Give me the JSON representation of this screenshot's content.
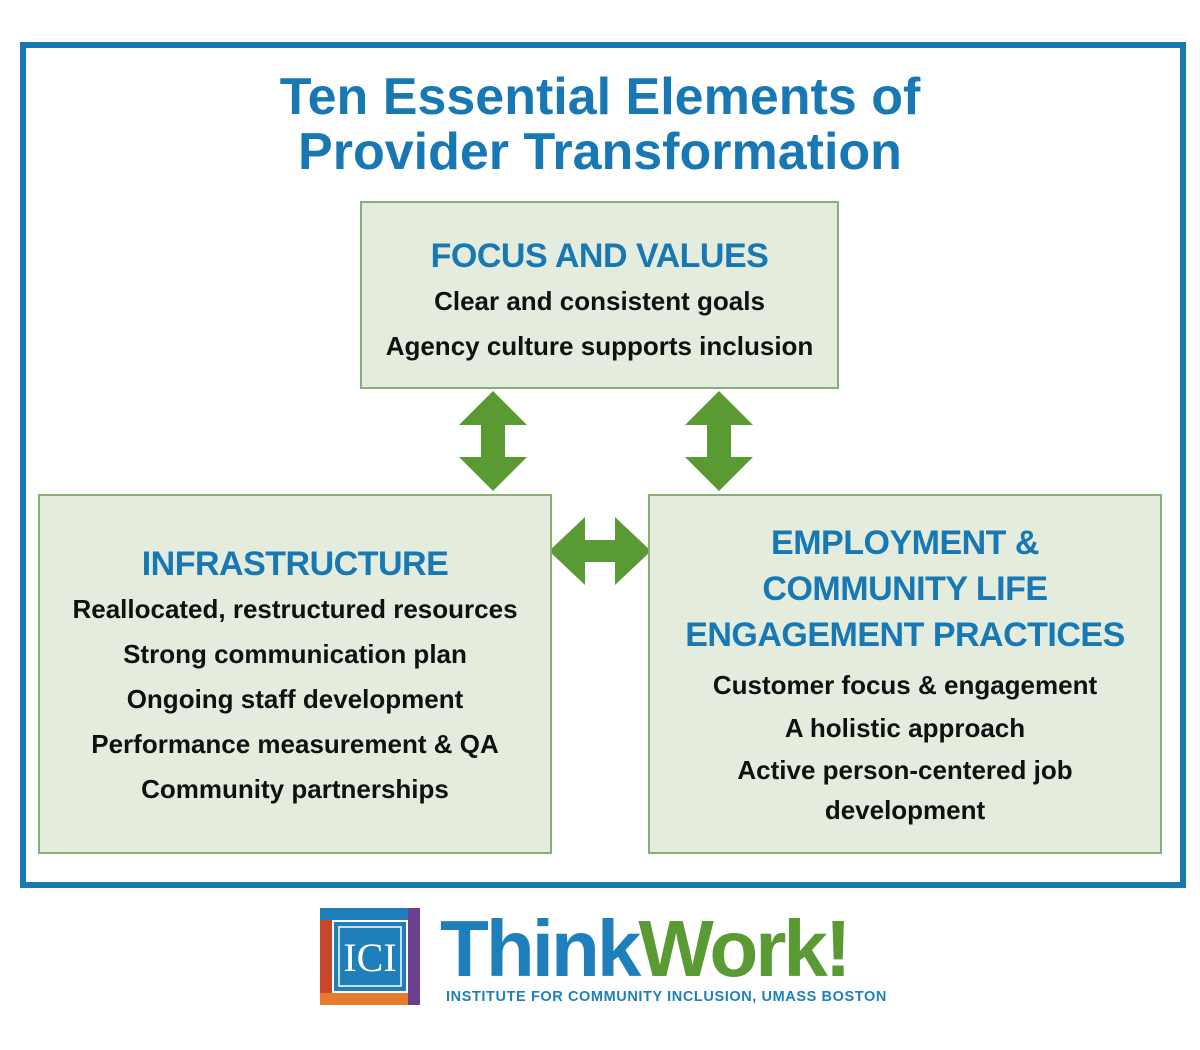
{
  "title_line1": "Ten Essential Elements of",
  "title_line2": "Provider Transformation",
  "top_box": {
    "heading": "FOCUS AND VALUES",
    "items": [
      "Clear and consistent goals",
      "Agency culture supports inclusion"
    ]
  },
  "left_box": {
    "heading": "INFRASTRUCTURE",
    "items": [
      "Reallocated, restructured resources",
      "Strong communication plan",
      "Ongoing staff development",
      "Performance measurement & QA",
      "Community partnerships"
    ]
  },
  "right_box": {
    "heading_lines": [
      "EMPLOYMENT &",
      "COMMUNITY LIFE",
      "ENGAGEMENT PRACTICES"
    ],
    "items": [
      "Customer focus & engagement",
      "A holistic approach",
      "Active person-centered job development"
    ]
  },
  "logo": {
    "ici_text": "ICI",
    "brand_part1": "Think",
    "brand_part2": "Work!",
    "subtitle": "INSTITUTE FOR COMMUNITY INCLUSION, UMASS BOSTON"
  },
  "colors": {
    "primary_blue": "#1878b4",
    "box_fill": "#e4ecdd",
    "box_border": "#88b074",
    "arrow_green": "#5a9a32"
  }
}
